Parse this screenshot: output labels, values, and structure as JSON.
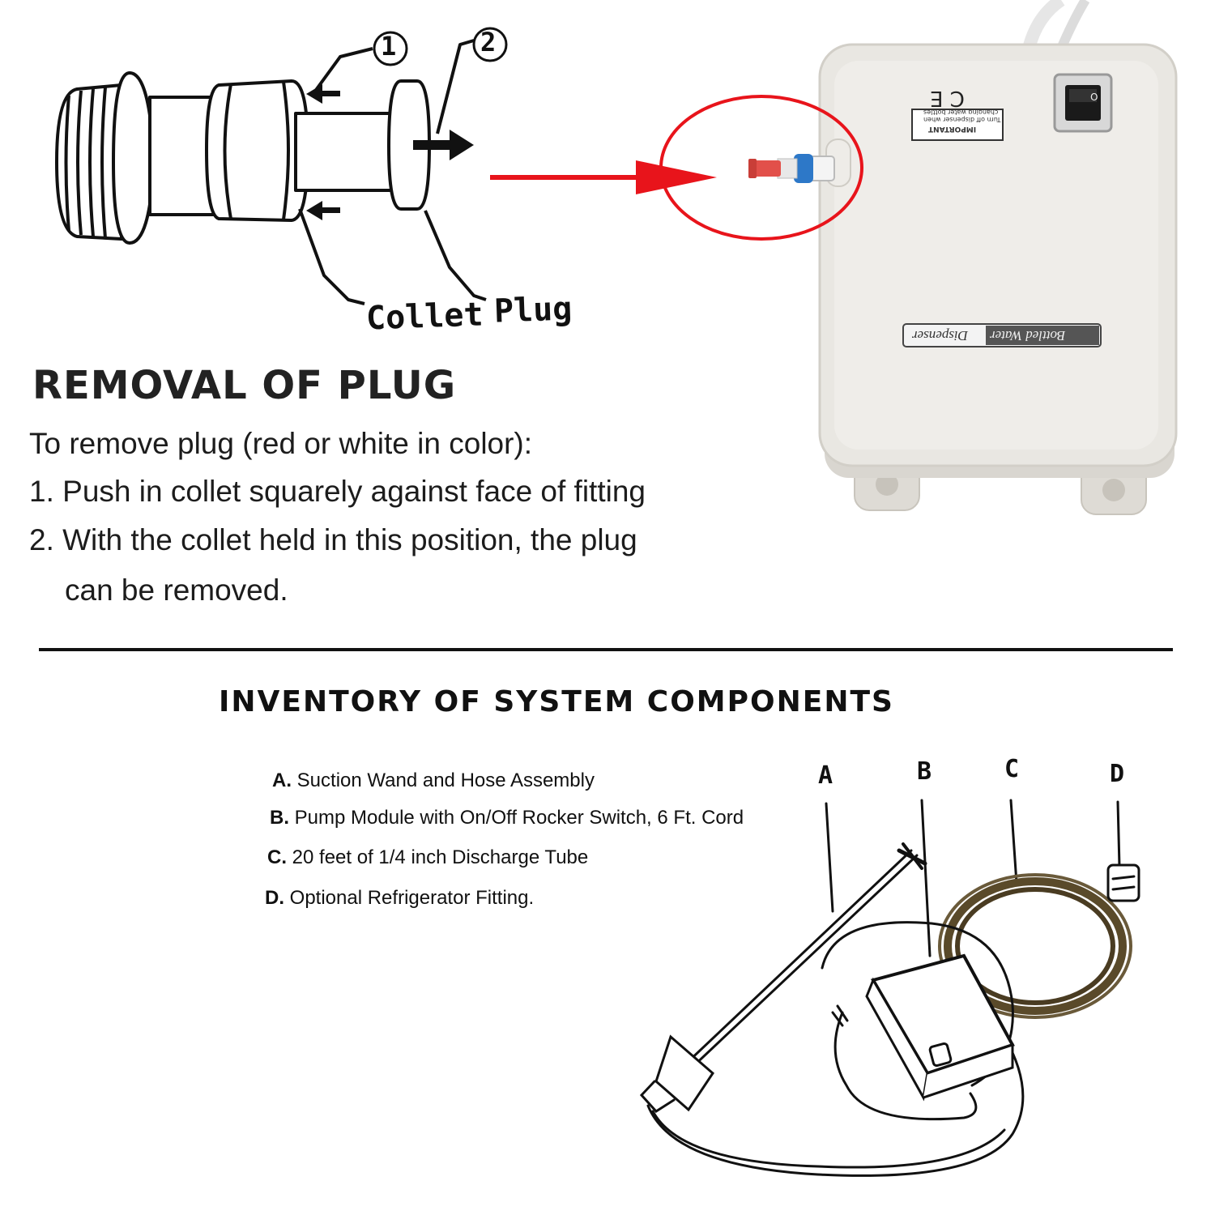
{
  "diagram": {
    "callout_1": "1",
    "callout_2": "2",
    "label_collet": "Collet",
    "label_plug": "Plug"
  },
  "removal": {
    "title": "REMOVAL OF PLUG",
    "intro": "To remove plug (red or white in color):",
    "step_1": "1. Push in collet squarely against face of fitting",
    "step_2": "2. With the collet held in this position, the plug",
    "step_2_cont": "can be removed."
  },
  "pump_photo": {
    "ce_mark": "C E",
    "warning_title": "IMPORTANT",
    "warning_line_1": "Turn off dispenser when",
    "warning_line_2": "changing water bottles",
    "brand_label_part1": "Bottled Water",
    "brand_label_part2": "Dispenser",
    "switch_symbol": "O"
  },
  "inventory": {
    "title": "INVENTORY OF SYSTEM COMPONENTS",
    "items": [
      {
        "letter": "A.",
        "text": " Suction Wand and Hose Assembly"
      },
      {
        "letter": "B.",
        "text": " Pump Module with On/Off Rocker Switch, 6 Ft. Cord"
      },
      {
        "letter": "C.",
        "text": " 20 feet of 1/4 inch Discharge Tube"
      },
      {
        "letter": "D.",
        "text": " Optional Refrigerator Fitting."
      }
    ],
    "component_letters": [
      "A",
      "B",
      "C",
      "D"
    ]
  },
  "colors": {
    "accent_red": "#e8141b",
    "pump_body": "#e9e7e2",
    "plug_red": "#e2504a"
  }
}
